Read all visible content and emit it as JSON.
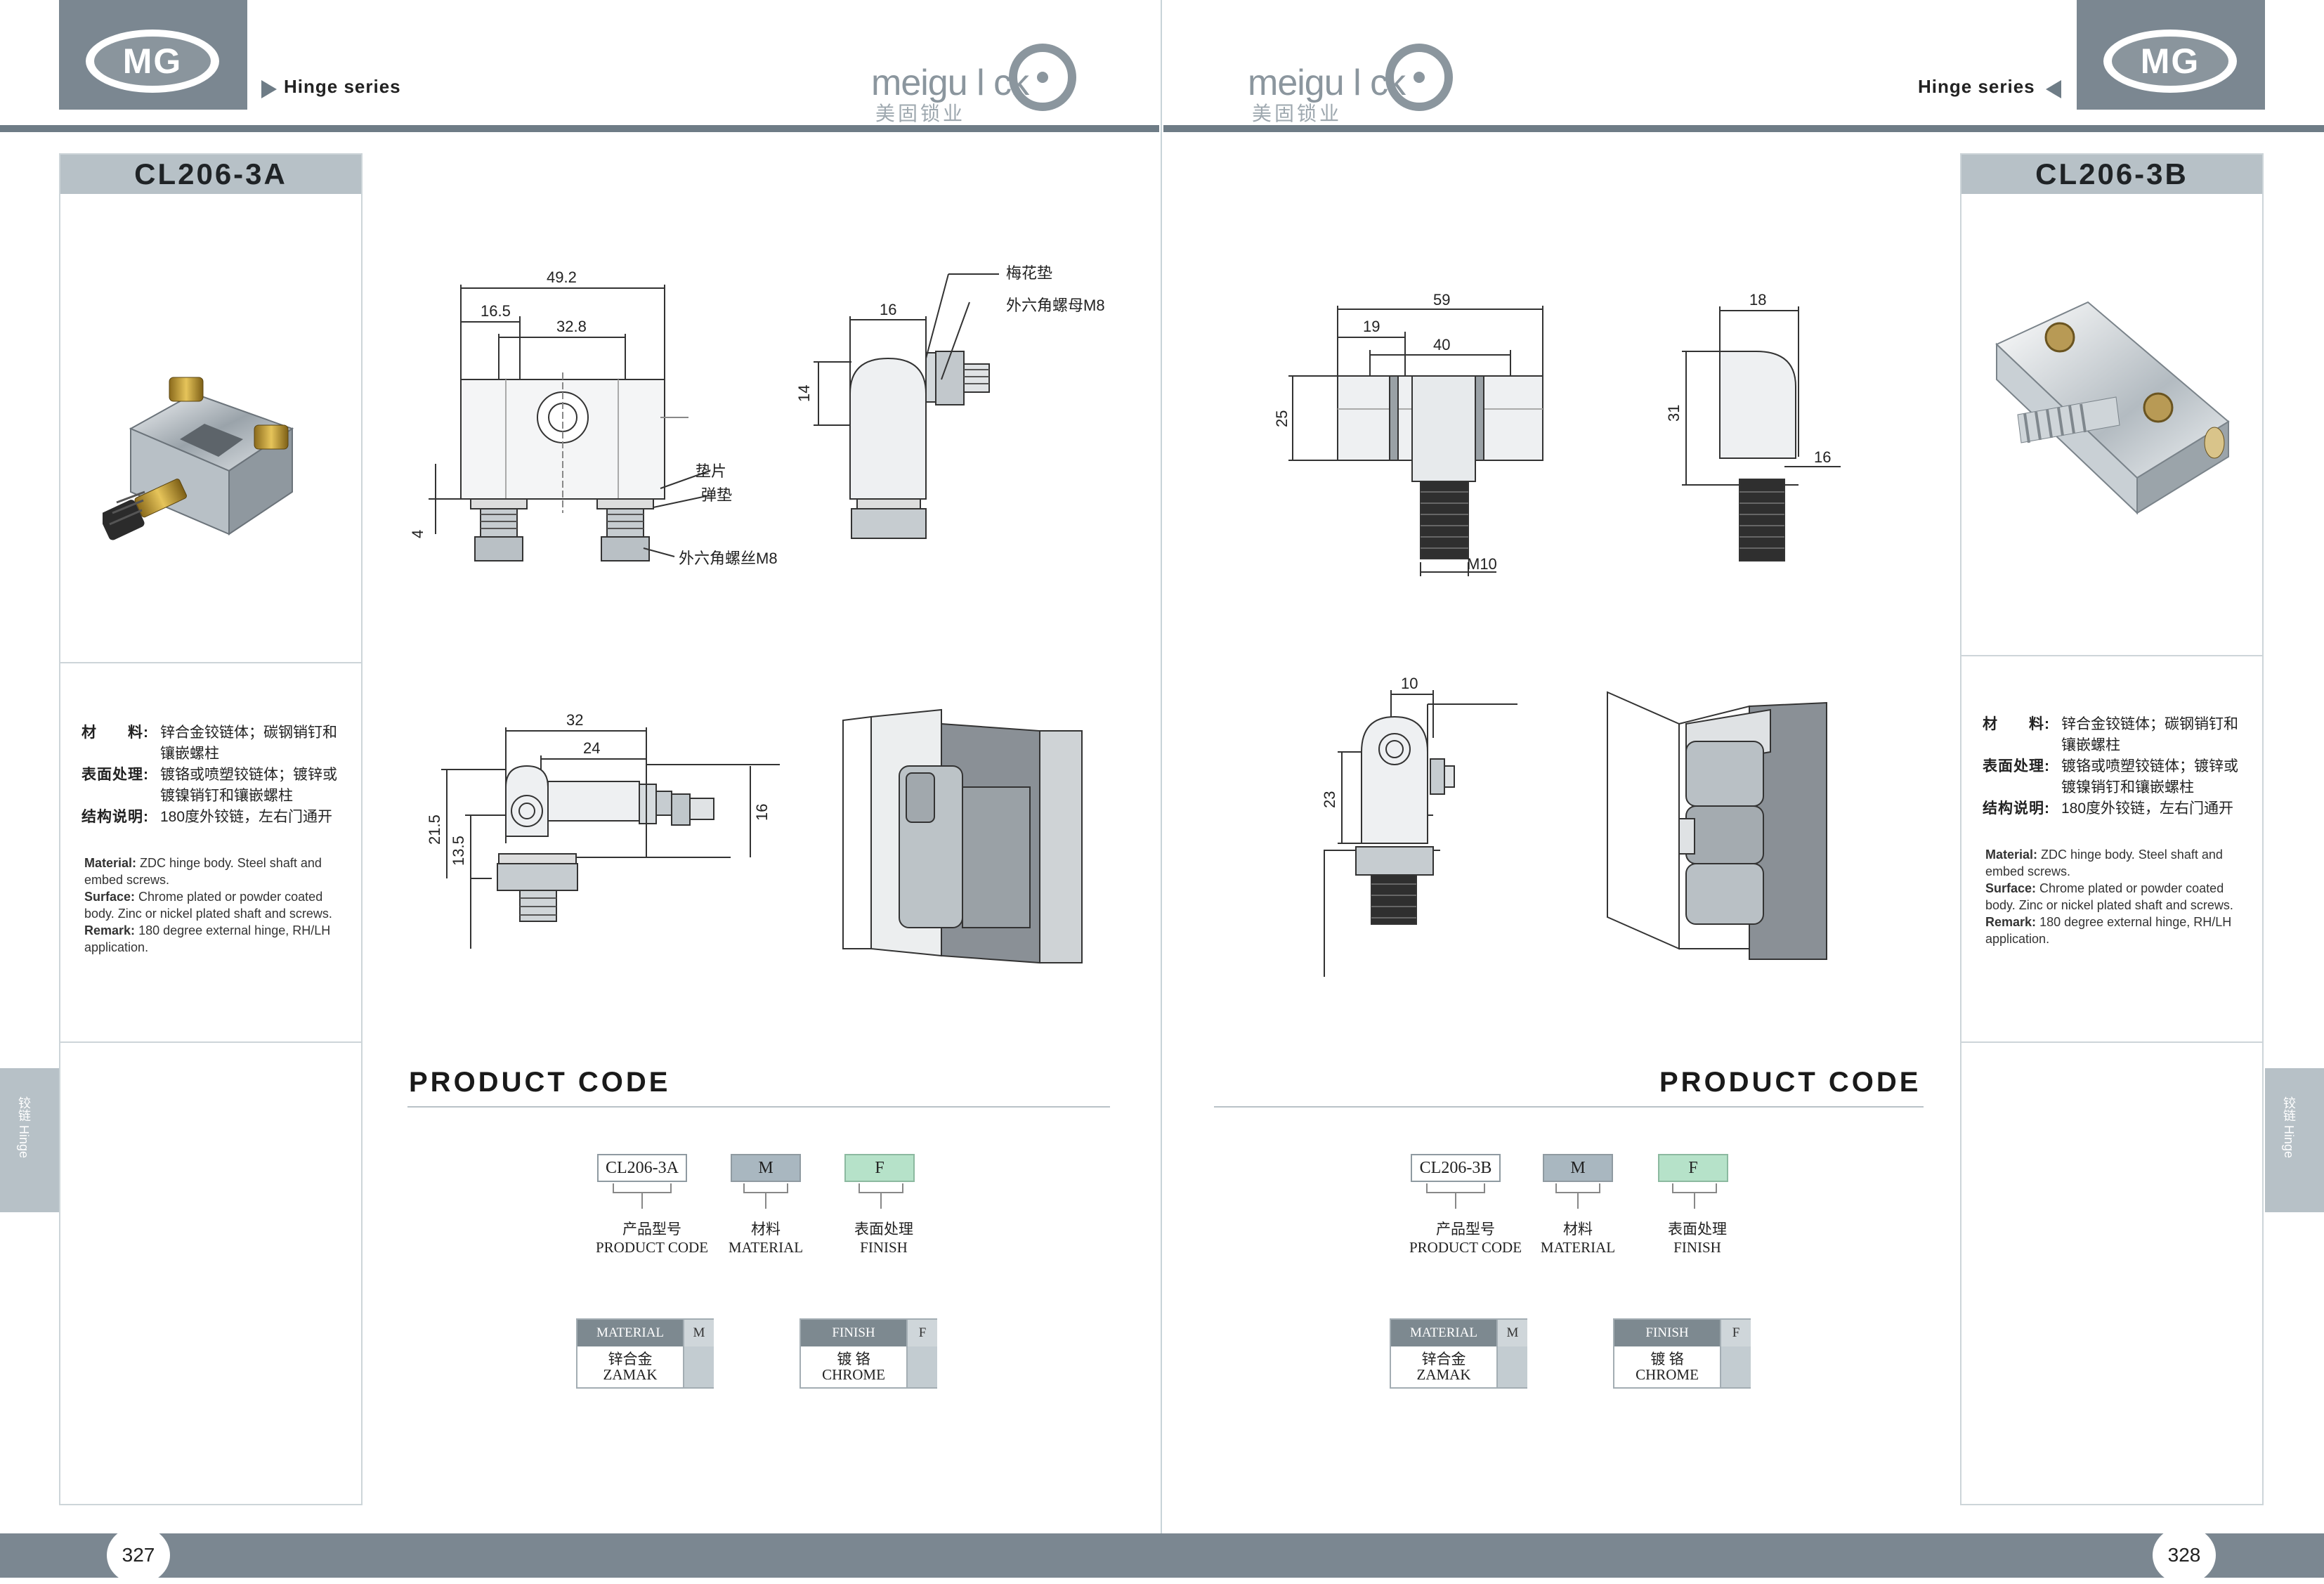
{
  "header": {
    "logo_text": "MG",
    "series_label": "Hinge series",
    "brand_word": "meigu l  ck",
    "brand_cn": "美固锁业"
  },
  "left_page": {
    "model": "CL206-3A",
    "spec_cn": [
      {
        "key": "材　　料:",
        "value": "锌合金铰链体；碳钢销钉和镶嵌螺柱"
      },
      {
        "key": "表面处理:",
        "value": "镀铬或喷塑铰链体；镀锌或镀镍销钉和镶嵌螺柱"
      },
      {
        "key": "结构说明:",
        "value": "180度外铰链，左右门通开"
      }
    ],
    "spec_en": {
      "material_key": "Material:",
      "material": "ZDC hinge body. Steel shaft and embed screws.",
      "surface_key": "Surface:",
      "surface": "Chrome plated or powder coated body. Zinc or nickel plated shaft and screws.",
      "remark_key": "Remark:",
      "remark": "180 degree external hinge, RH/LH application."
    },
    "drawing_labels": {
      "dim_49_2": "49.2",
      "dim_16_5": "16.5",
      "dim_32_8": "32.8",
      "dim_4": "4",
      "dim_16_side": "16",
      "dim_14": "14",
      "dim_32": "32",
      "dim_24": "24",
      "dim_21_5": "21.5",
      "dim_13_5": "13.5",
      "dim_16_bottom": "16",
      "callout_pad": "垫片",
      "callout_spring": "弹垫",
      "callout_bolt": "外六角螺丝M8",
      "callout_star": "梅花垫",
      "callout_nut": "外六角螺母M8"
    },
    "page_number": "327",
    "side_tab": {
      "cn": "铰链",
      "en": "Hinge"
    }
  },
  "right_page": {
    "model": "CL206-3B",
    "spec_cn": [
      {
        "key": "材　　料:",
        "value": "锌合金铰链体；碳钢销钉和镶嵌螺柱"
      },
      {
        "key": "表面处理:",
        "value": "镀铬或喷塑铰链体；镀锌或镀镍销钉和镶嵌螺柱"
      },
      {
        "key": "结构说明:",
        "value": "180度外铰链，左右门通开"
      }
    ],
    "spec_en": {
      "material_key": "Material:",
      "material": "ZDC hinge body. Steel shaft and embed screws.",
      "surface_key": "Surface:",
      "surface": "Chrome plated or powder coated body. Zinc or nickel plated shaft and screws.",
      "remark_key": "Remark:",
      "remark": "180 degree external hinge, RH/LH application."
    },
    "drawing_labels": {
      "dim_59": "59",
      "dim_19": "19",
      "dim_40": "40",
      "dim_25": "25",
      "dim_m10": "M10",
      "dim_18": "18",
      "dim_31": "31",
      "dim_16": "16",
      "dim_10": "10",
      "dim_23": "23"
    },
    "page_number": "328",
    "side_tab": {
      "cn": "铰链",
      "en": "Hinge"
    }
  },
  "product_code": {
    "title": "PRODUCT CODE",
    "left_code": "CL206-3A",
    "right_code": "CL206-3B",
    "m_code": "M",
    "f_code": "F",
    "label_code_cn": "产品型号",
    "label_code_en": "PRODUCT CODE",
    "label_material_cn": "材料",
    "label_material_en": "MATERIAL",
    "label_finish_cn": "表面处理",
    "label_finish_en": "FINISH",
    "table_material_head": "MATERIAL",
    "table_material_key": "M",
    "table_material_cn": "锌合金",
    "table_material_en": "ZAMAK",
    "table_finish_head": "FINISH",
    "table_finish_key": "F",
    "table_finish_cn": "镀 铬",
    "table_finish_en": "CHROME"
  },
  "colors": {
    "header_gray": "#7b8791",
    "panel_title": "#b7c1c7",
    "finish_green": "#b6e2c9"
  }
}
